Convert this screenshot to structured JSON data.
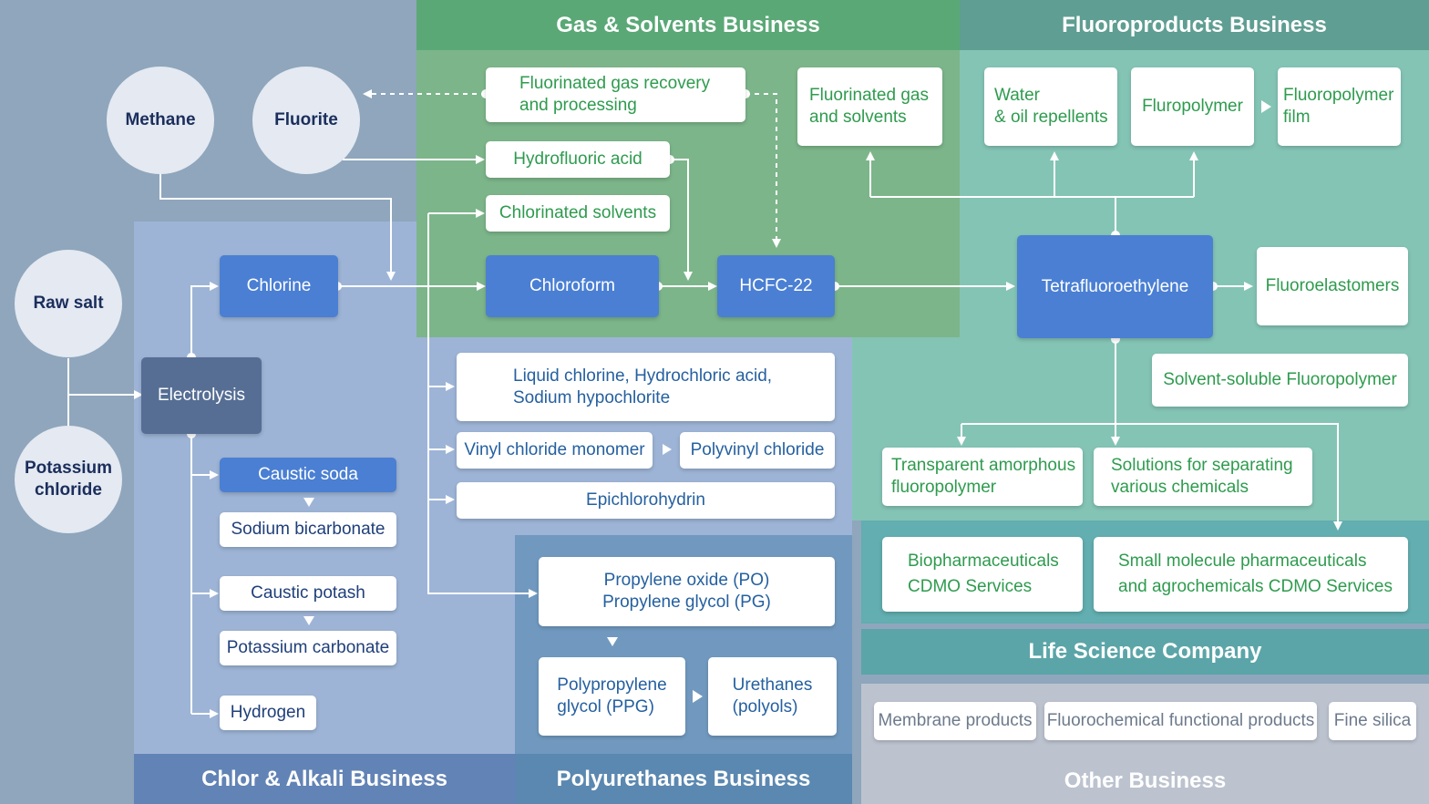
{
  "sections": {
    "gas_solvents": "Gas & Solvents Business",
    "fluoroproducts": "Fluoroproducts Business",
    "chlor_alkali": "Chlor & Alkali Business",
    "polyurethanes": "Polyurethanes Business",
    "life_science": "Life Science Company",
    "other": "Other Business"
  },
  "raw_materials": {
    "methane": "Methane",
    "fluorite": "Fluorite",
    "raw_salt": "Raw salt",
    "potassium_chloride": "Potassium\nchloride"
  },
  "chlor_alkali": {
    "electrolysis": "Electrolysis",
    "chlorine": "Chlorine",
    "caustic_soda": "Caustic soda",
    "sodium_bicarbonate": "Sodium bicarbonate",
    "caustic_potash": "Caustic potash",
    "potassium_carbonate": "Potassium carbonate",
    "hydrogen": "Hydrogen"
  },
  "gas_solvents": {
    "gas_recovery": "Fluorinated gas recovery\nand processing",
    "hydrofluoric_acid": "Hydrofluoric acid",
    "chlorinated_solvents": "Chlorinated solvents",
    "chloroform": "Chloroform",
    "hcfc22": "HCFC-22",
    "fluorinated_gas_solvents": "Fluorinated gas\nand solvents"
  },
  "chlorine_derivatives": {
    "liquid_chlorine": "Liquid chlorine, Hydrochloric acid,\nSodium hypochlorite",
    "vinyl_chloride_monomer": "Vinyl chloride monomer",
    "polyvinyl_chloride": "Polyvinyl chloride",
    "epichlorohydrin": "Epichlorohydrin"
  },
  "polyurethanes": {
    "po_pg": "Propylene oxide (PO)\nPropylene glycol (PG)",
    "ppg": "Polypropylene\nglycol (PPG)",
    "urethanes": "Urethanes\n(polyols)"
  },
  "fluoroproducts": {
    "water_oil": "Water\n& oil repellents",
    "fluropolymer": "Fluropolymer",
    "fluoropolymer_film": "Fluoropolymer\nfilm",
    "tetrafluoroethylene": "Tetrafluoroethylene",
    "fluoroelastomers": "Fluoroelastomers",
    "solvent_soluble": "Solvent-soluble Fluoropolymer",
    "transparent": "Transparent amorphous\nfluoropolymer",
    "solutions_separating": "Solutions for separating\nvarious chemicals"
  },
  "life_science": {
    "biopharma": "Biopharmaceuticals\nCDMO Services",
    "small_molecule": "Small molecule pharmaceuticals\nand agrochemicals CDMO Services"
  },
  "other_business": {
    "membrane": "Membrane products",
    "fluorochemical": "Fluorochemical functional products",
    "fine_silica": "Fine silica"
  },
  "colors": {
    "background": "#8fa6bc",
    "gas_solvents_header": "#5aa876",
    "fluoroproducts_header": "#5f9e92",
    "fluoro_area": "#84c4b5",
    "chlor_alkali_area": "#9db4d6",
    "polyurethanes_area": "#7199bf",
    "life_science_band": "#5ba5a8",
    "other_area": "#bcc3cf",
    "blue_box": "#4a7fd3",
    "electrolysis_box": "#566e94"
  }
}
